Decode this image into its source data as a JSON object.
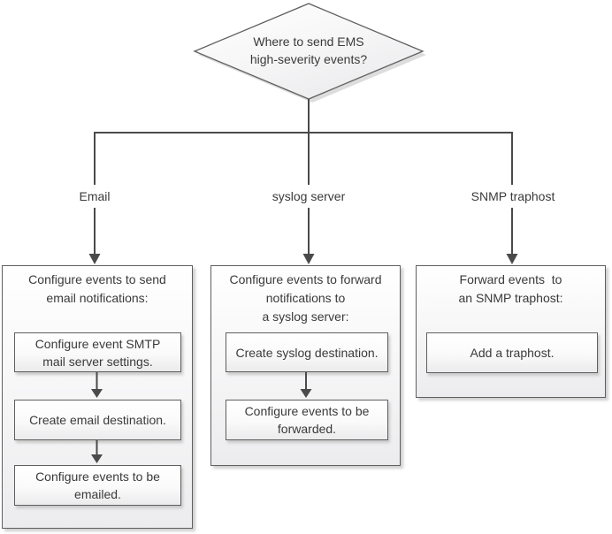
{
  "colors": {
    "connector_line": "#4a4a4a",
    "shape_border": "#5f5f5f",
    "shape_fill_top": "#ffffff",
    "shape_fill_bottom": "#ececee",
    "shadow": "#d2d2d2",
    "text": "#3a3a3a",
    "background": "#ffffff"
  },
  "decision": {
    "lines": [
      "Where to send EMS",
      "high-severity events?"
    ]
  },
  "branches": [
    {
      "label": "Email"
    },
    {
      "label": "syslog server"
    },
    {
      "label": "SNMP traphost"
    }
  ],
  "columns": [
    {
      "title_lines": [
        "Configure events to send",
        "email notifications:"
      ],
      "steps": [
        {
          "lines": [
            "Configure event SMTP",
            "mail server settings."
          ]
        },
        {
          "lines": [
            "Create email destination."
          ]
        },
        {
          "lines": [
            "Configure events to be",
            "emailed."
          ]
        }
      ]
    },
    {
      "title_lines": [
        "Configure events to forward",
        "notifications to",
        "a syslog server:"
      ],
      "steps": [
        {
          "lines": [
            "Create syslog destination."
          ]
        },
        {
          "lines": [
            "Configure events to be",
            "forwarded."
          ]
        }
      ]
    },
    {
      "title_lines": [
        "Forward events  to",
        "an SNMP traphost:"
      ],
      "steps": [
        {
          "lines": [
            "Add a traphost."
          ]
        }
      ]
    }
  ]
}
